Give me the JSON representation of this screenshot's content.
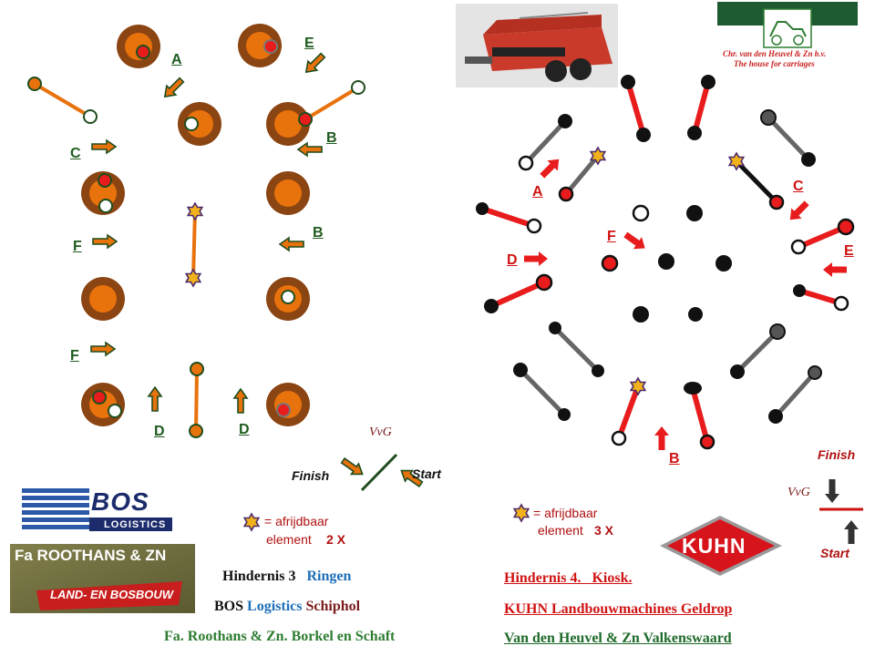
{
  "left": {
    "gate_letters": [
      "A",
      "E",
      "C",
      "B",
      "F",
      "B",
      "F",
      "D",
      "D"
    ],
    "trail": {
      "finish": "Finish",
      "start": "Start",
      "initials": "VvG"
    },
    "legend": {
      "line1": "= afrijdbaar",
      "line2": "element",
      "count": "2 X"
    },
    "title": {
      "prefix": "Hindernis 3",
      "name": "Ringen"
    },
    "sponsor1": {
      "company": "BOS",
      "accent": "Logistics",
      "place": "Schiphol"
    },
    "sponsor2": "Fa. Roothans & Zn. Borkel en Schaft"
  },
  "right": {
    "gate_letters": [
      "A",
      "C",
      "F",
      "D",
      "E",
      "B"
    ],
    "trail": {
      "finish": "Finish",
      "start": "Start",
      "initials": "VvG"
    },
    "legend": {
      "line1": "= afrijdbaar",
      "line2": "element",
      "count": "3 X"
    },
    "title": "Hindernis 4.   Kiosk.",
    "sponsor1": "KUHN Landbouwmachines Geldrop",
    "sponsor2": "Van den Heuvel & Zn Valkenswaard"
  },
  "logos": {
    "bos": {
      "main": "BOS",
      "sub": "LOGISTICS"
    },
    "roothans": {
      "main": "Fa ROOTHANS & ZN",
      "sub": "LAND- EN BOSBOUW"
    },
    "kuhn": "KUHN",
    "heuvel": {
      "line1": "Chr. van den Heuvel & Zn b.v.",
      "line2": "The house for carriages"
    }
  },
  "colors": {
    "orange": "#e8720c",
    "brown": "#8b4513",
    "green_outline": "#1f4d1f",
    "red": "#e81c1c",
    "gray": "#555555",
    "black": "#111111",
    "navy": "#1c2b6b",
    "gold": "#f2b21c"
  }
}
